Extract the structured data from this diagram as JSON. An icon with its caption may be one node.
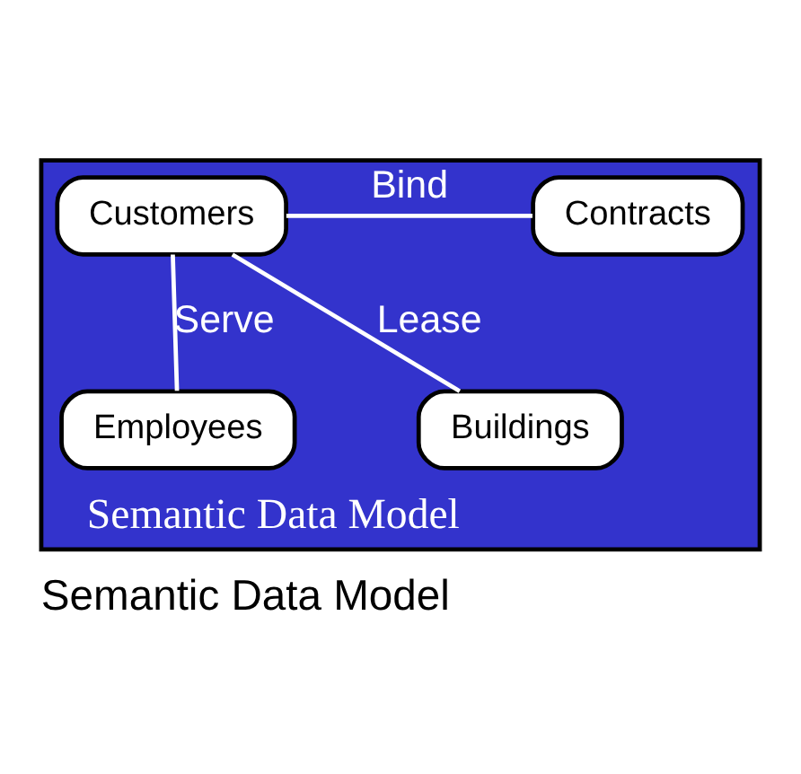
{
  "diagram": {
    "caption": "Semantic Data Model",
    "nodes": [
      {
        "text": [
          "Semantic Data Model"
        ]
      },
      {
        "text": [
          "Customers"
        ],
        "in": 0
      },
      {
        "text": [
          "Contracts"
        ],
        "in": 0
      },
      {
        "text": [
          "Employees"
        ],
        "in": 0
      },
      {
        "text": [
          "Buildings"
        ],
        "in": 0
      }
    ],
    "edges": [
      {
        "from": 1,
        "to": 2,
        "arrow": "none",
        "label": "Bind"
      },
      {
        "from": 1,
        "to": 3,
        "arrow": "none",
        "label": "Serve"
      },
      {
        "from": 1,
        "to": 4,
        "arrow": "none",
        "label": "Lease"
      }
    ]
  }
}
